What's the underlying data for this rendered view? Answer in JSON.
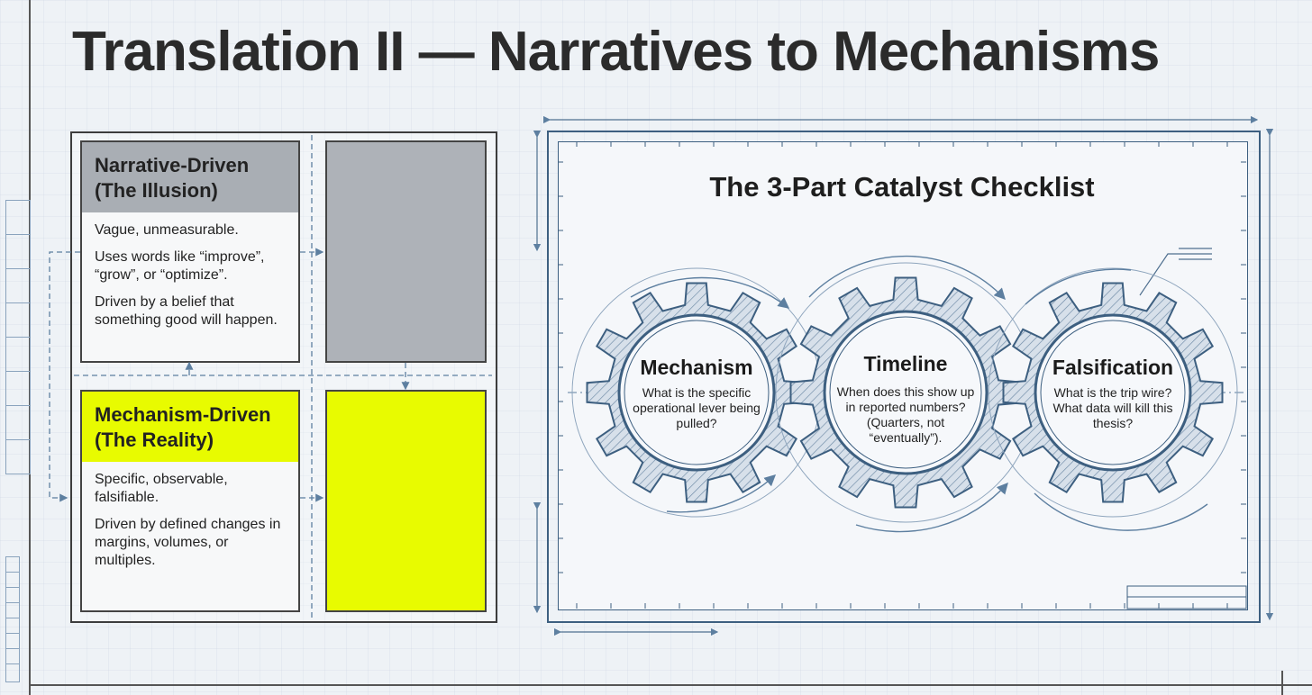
{
  "title": "Translation II — Narratives to Mechanisms",
  "narrative": {
    "heading_line1": "Narrative-Driven",
    "heading_line2": "(The Illusion)",
    "points": [
      "Vague, unmeasurable.",
      "Uses words like “improve”, “grow”, or “optimize”.",
      "Driven by a belief that something good will happen."
    ]
  },
  "mechanism": {
    "heading_line1": "Mechanism-Driven",
    "heading_line2": "(The Reality)",
    "points": [
      "Specific, observable, falsifiable.",
      "Driven by defined changes in margins, volumes, or multiples."
    ]
  },
  "checklist": {
    "title": "The 3-Part Catalyst Checklist",
    "gears": [
      {
        "title": "Mechanism",
        "text": "What is the specific operational lever being pulled?"
      },
      {
        "title": "Timeline",
        "text": "When does this show up in reported numbers? (Quarters, not “eventually”)."
      },
      {
        "title": "Falsification",
        "text": "What is the trip wire? What data will kill this thesis?"
      }
    ]
  },
  "colors": {
    "highlight": "#e8fb00",
    "gray_block": "#aeb2b8",
    "blueprint_line": "#3d5f80",
    "gear_fill": "#cfd9e4"
  }
}
